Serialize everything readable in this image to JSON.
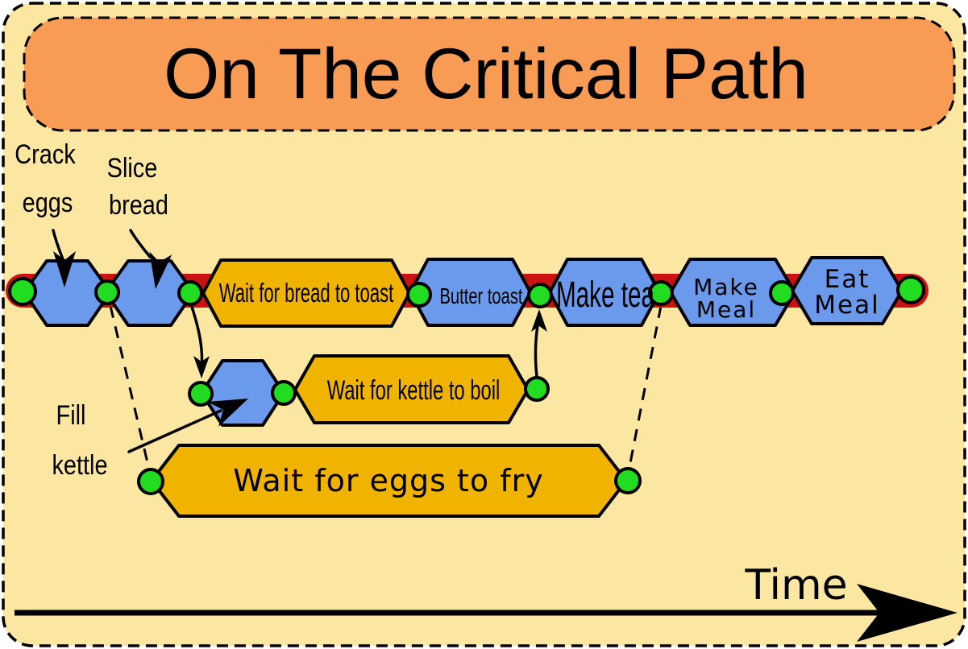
{
  "title": "On The Critical Path",
  "timeline": {
    "label": "Time"
  },
  "annotations": {
    "crack_eggs": {
      "line1": "Crack",
      "line2": "eggs"
    },
    "slice_bread": {
      "line1": "Slice",
      "line2": "bread"
    },
    "fill_kettle": {
      "line1": "Fill",
      "line2": "kettle"
    }
  },
  "tasks": {
    "wait_bread_toast": "Wait for bread to toast",
    "butter_toast": "Butter toast",
    "make_tea": "Make tea",
    "make_meal_line1": "Make",
    "make_meal_line2": "Meal",
    "eat_meal_line1": "Eat",
    "eat_meal_line2": "Meal",
    "wait_kettle_boil": "Wait for kettle to boil",
    "wait_eggs_fry": "Wait for eggs to fry"
  },
  "colors": {
    "page": "#FFFFFF",
    "background": "#FBE6A2",
    "title_box": "#F89B55",
    "critical_bar": "#CC1112",
    "task_blue": "#6B99EB",
    "wait_orange": "#F0B400",
    "node_green": "#21DC21",
    "outline": "#000000"
  }
}
